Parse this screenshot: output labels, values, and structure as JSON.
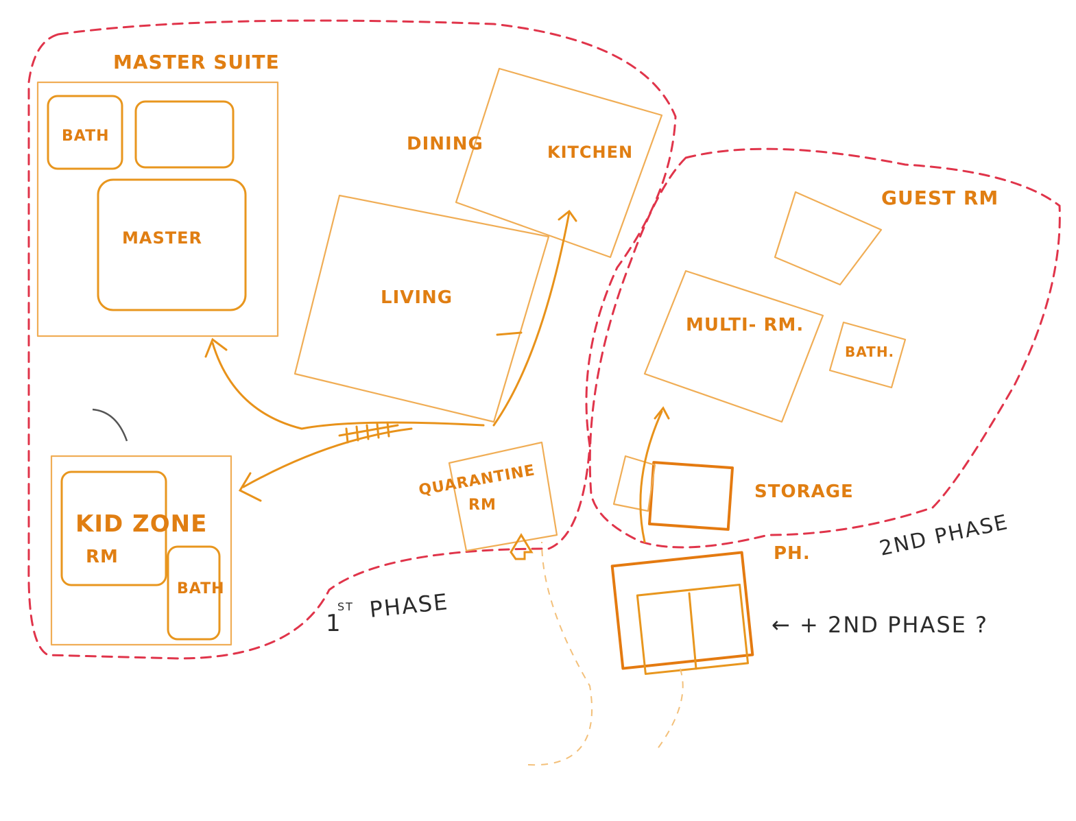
{
  "labels": {
    "master_suite": "MASTER SUITE",
    "bath_1": "BATH",
    "master": "MASTER",
    "dining": "DINING",
    "kitchen": "KITCHEN",
    "living": "LIVING",
    "kid_zone": "KID ZONE",
    "kid_rm": "RM",
    "bath_2": "BATH",
    "quarantine_1": "QUARANTINE",
    "quarantine_2": "RM",
    "guest_rm": "GUEST RM",
    "multi_rm": "MULTI- RM.",
    "bath_3": "BATH.",
    "storage": "STORAGE",
    "ph": "PH.",
    "second_phase": "2ND PHASE",
    "first_phase_num": "1",
    "first_phase_sup": "ST",
    "first_phase": "PHASE",
    "second_phase_q": "← + 2ND PHASE ?"
  },
  "colors": {
    "room_stroke": "#e8961e",
    "boundary_stroke": "#e0344a",
    "label": "#e07e12",
    "note": "#2b2b2b"
  }
}
